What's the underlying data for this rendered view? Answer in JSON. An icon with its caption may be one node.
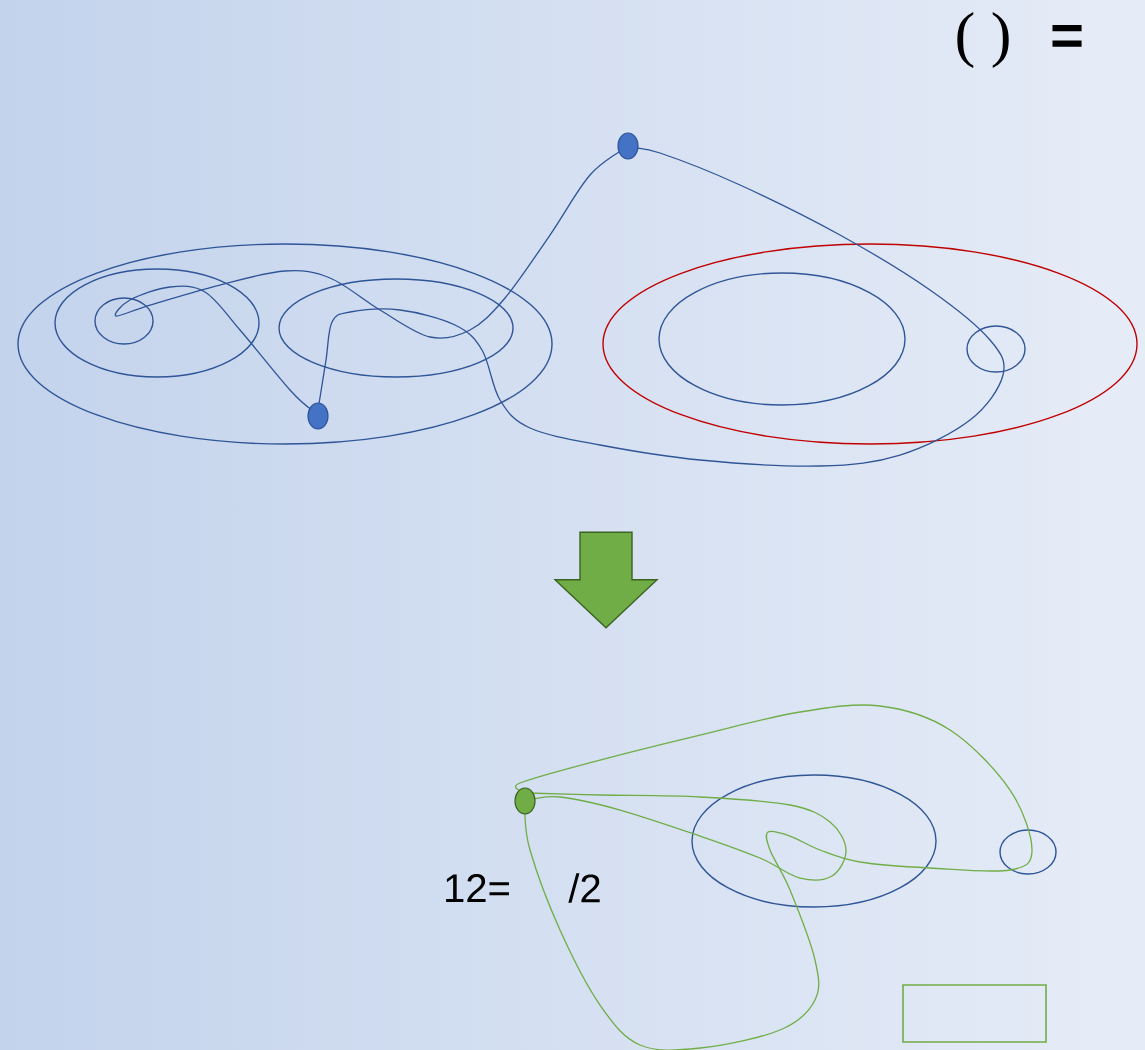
{
  "diagram": {
    "nodes": [
      {
        "text": [],
        "shape": "picture"
      },
      {
        "text": [],
        "shape": "picture"
      },
      {
        "text": [],
        "shape": "box",
        "in": 1
      }
    ],
    "edges": [
      {
        "from": 0,
        "to": 1,
        "arrow": "to"
      }
    ],
    "labels": [
      "( )",
      "=",
      "12=",
      "/2"
    ]
  }
}
